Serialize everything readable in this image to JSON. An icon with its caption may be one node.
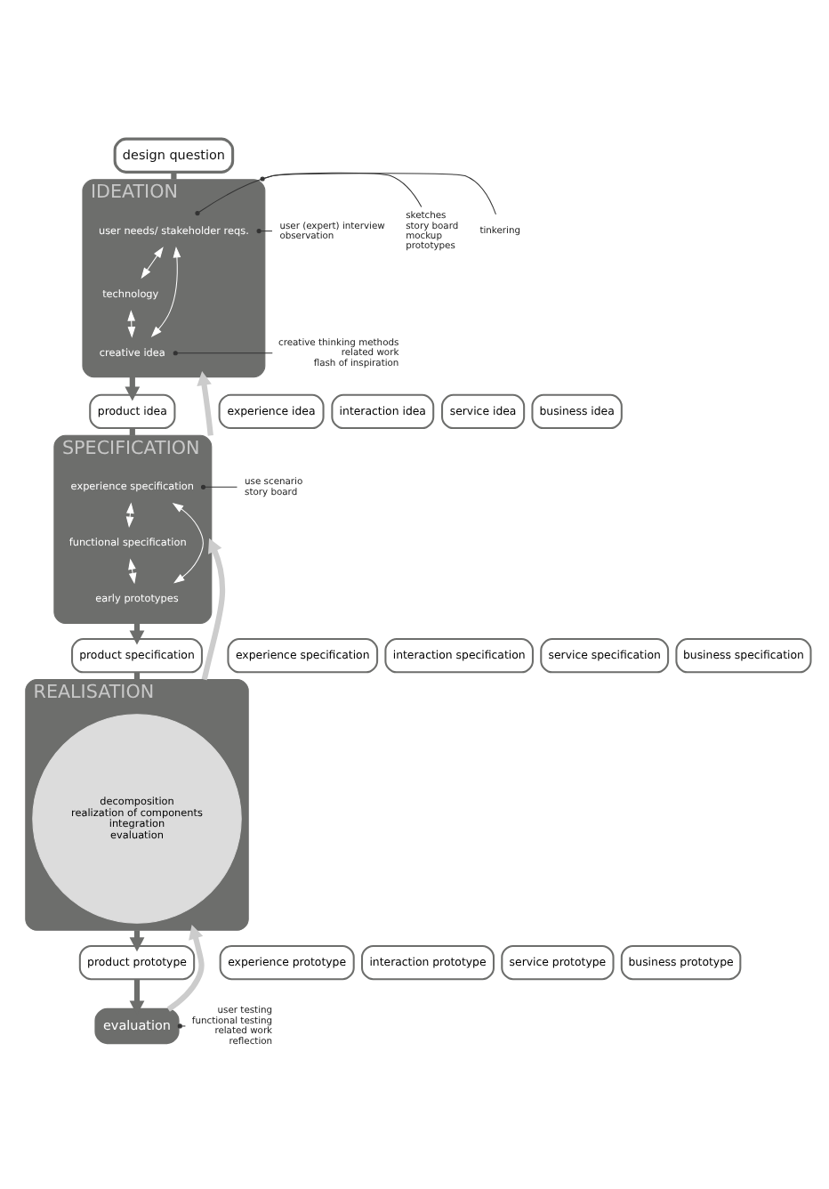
{
  "diagram": {
    "nodes": [
      {
        "text": [
          "design question"
        ]
      },
      {
        "text": [
          "IDEATION"
        ]
      },
      {
        "text": [
          "user needs/ stakeholder reqs."
        ],
        "in": 1
      },
      {
        "text": [
          "technology"
        ],
        "in": 1
      },
      {
        "text": [
          "creative idea"
        ],
        "in": 1
      },
      {
        "text": [
          "experience idea"
        ]
      },
      {
        "text": [
          "interaction idea"
        ]
      },
      {
        "text": [
          "product idea"
        ]
      },
      {
        "text": [
          "service idea"
        ]
      },
      {
        "text": [
          "business idea"
        ]
      },
      {
        "text": [
          "SPECIFICATION"
        ]
      },
      {
        "text": [
          "experience specification"
        ],
        "in": 10
      },
      {
        "text": [
          "functional specification"
        ],
        "in": 10
      },
      {
        "text": [
          "early prototypes"
        ],
        "in": 10
      },
      {
        "text": [
          "experience specification"
        ]
      },
      {
        "text": [
          "interaction specification"
        ]
      },
      {
        "text": [
          "product specification"
        ]
      },
      {
        "text": [
          "service specification"
        ]
      },
      {
        "text": [
          "business specification"
        ]
      },
      {
        "text": [
          "REALISATION"
        ]
      },
      {
        "text": [
          "decomposition",
          "realization of components",
          "integration",
          "evaluation"
        ],
        "in": 19
      },
      {
        "text": [
          "experience prototype"
        ]
      },
      {
        "text": [
          "interaction prototype"
        ]
      },
      {
        "text": [
          "product prototype"
        ]
      },
      {
        "text": [
          "service prototype"
        ]
      },
      {
        "text": [
          "business prototype"
        ]
      },
      {
        "text": [
          "evaluation"
        ]
      },
      {
        "text": [
          "user (expert) interview",
          "observation"
        ]
      },
      {
        "text": [
          "sketches",
          "story board",
          "mockup",
          "prototypes"
        ]
      },
      {
        "text": [
          "tinkering"
        ]
      },
      {
        "text": [
          "creative thinking methods",
          "related work",
          "flash of inspiration"
        ]
      },
      {
        "text": [
          "use scenario",
          "story board"
        ]
      },
      {
        "text": [
          "user testing",
          "functional testing",
          "related work",
          "reflection"
        ]
      }
    ],
    "edges": [
      {
        "from": 0,
        "to": 1,
        "arrow": "none",
        "style": "thick"
      },
      {
        "from": 2,
        "to": 3,
        "arrow": "both",
        "color": "#ffffff"
      },
      {
        "from": 3,
        "to": 4,
        "arrow": "both",
        "color": "#ffffff"
      },
      {
        "from": 2,
        "to": 4,
        "arrow": "both",
        "color": "#ffffff"
      },
      {
        "from": 1,
        "to": 7,
        "arrow": "to",
        "style": "thick"
      },
      {
        "from": 7,
        "to": 10,
        "arrow": "none",
        "style": "thick"
      },
      {
        "from": 11,
        "to": 12,
        "arrow": "both",
        "color": "#ffffff"
      },
      {
        "from": 12,
        "to": 13,
        "arrow": "both",
        "color": "#ffffff"
      },
      {
        "from": 11,
        "to": 13,
        "arrow": "both",
        "color": "#ffffff"
      },
      {
        "from": 10,
        "to": 16,
        "arrow": "to",
        "style": "thick"
      },
      {
        "from": 16,
        "to": 19,
        "arrow": "none",
        "style": "thick"
      },
      {
        "from": 19,
        "to": 23,
        "arrow": "to",
        "style": "thick"
      },
      {
        "from": 23,
        "to": 26,
        "arrow": "to",
        "style": "thick"
      },
      {
        "from": 26,
        "to": 19,
        "arrow": "to",
        "style": "thick",
        "color": "#cccccc"
      },
      {
        "from": 19,
        "to": 10,
        "arrow": "to",
        "style": "thick",
        "color": "#cccccc"
      },
      {
        "from": 10,
        "to": 1,
        "arrow": "to",
        "style": "thick",
        "color": "#cccccc"
      },
      {
        "from": 27,
        "to": 2,
        "arrow": "other",
        "color": "#333333"
      },
      {
        "from": 28,
        "to": 2,
        "arrow": "other",
        "color": "#333333"
      },
      {
        "from": 29,
        "to": 1,
        "arrow": "other",
        "color": "#333333"
      },
      {
        "from": 30,
        "to": 4,
        "arrow": "other",
        "color": "#333333"
      },
      {
        "from": 31,
        "to": 11,
        "arrow": "other",
        "color": "#333333"
      },
      {
        "from": 32,
        "to": 26,
        "arrow": "other",
        "color": "#333333"
      }
    ]
  }
}
